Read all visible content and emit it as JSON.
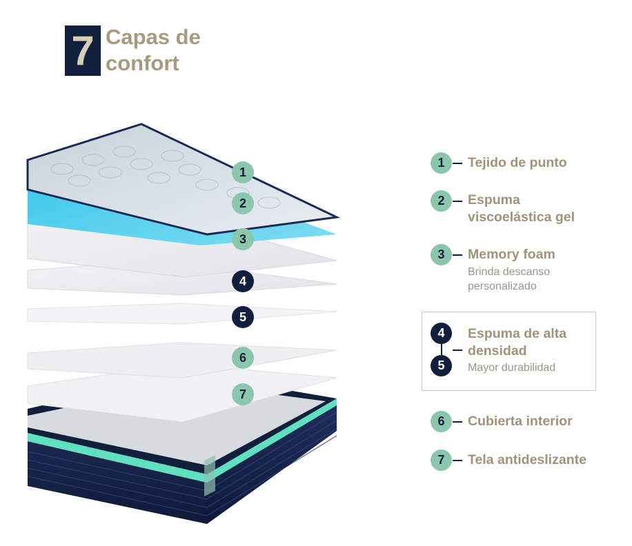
{
  "header": {
    "badge_number": "7",
    "title_line1": "Capas de",
    "title_line2": "confort"
  },
  "illustration": {
    "markers": [
      "1",
      "2",
      "3",
      "4",
      "5",
      "6",
      "7"
    ]
  },
  "legend": {
    "item1": {
      "number": "1",
      "title": "Tejido de punto"
    },
    "item2": {
      "number": "2",
      "title_line1": "Espuma",
      "title_line2": "viscoelástica gel"
    },
    "item3": {
      "number": "3",
      "title": "Memory foam",
      "subtitle_line1": "Brinda descanso",
      "subtitle_line2": "personalizado"
    },
    "item45": {
      "number_a": "4",
      "number_b": "5",
      "title_line1": "Espuma de alta",
      "title_line2": "densidad",
      "subtitle": "Mayor durabilidad"
    },
    "item6": {
      "number": "6",
      "title": "Cubierta interior"
    },
    "item7": {
      "number": "7",
      "title": "Tela antideslizante"
    }
  },
  "colors": {
    "navy": "#0f1f3c",
    "mint": "#8cc7ad",
    "taupe": "#a79a7f",
    "gel_blue": "#2cc2e6"
  }
}
